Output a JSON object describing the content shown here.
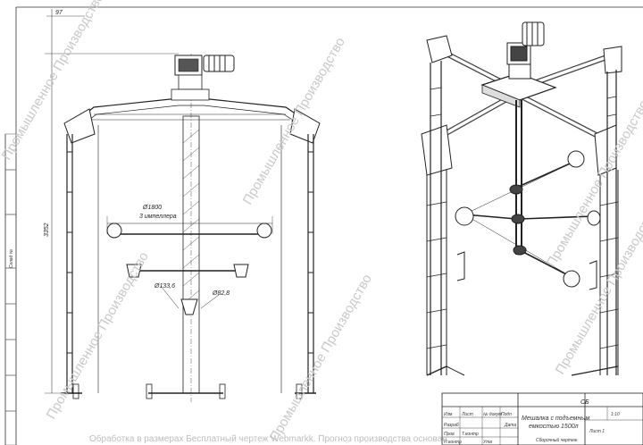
{
  "drawing": {
    "top_dim": "97",
    "height_dim": "3352",
    "impeller_diameter": "Ø1800",
    "impeller_note": "3 импеллера",
    "small_dim_1": "Ø133,6",
    "small_dim_2": "Ø82,8",
    "side_label": "Склад №"
  },
  "title_block": {
    "sheet_code": "СБ",
    "title_line1": "Мешалка с подъемным",
    "title_line2": "емкостью 1500л",
    "subtitle": "Сборочный чертеж",
    "row_labels": [
      "Изм",
      "Лист",
      "№ докум",
      "Подп",
      "Дата"
    ],
    "role_labels": [
      "Разраб",
      "Пров",
      "Т.контр",
      "Н.контр",
      "Утв"
    ],
    "scale": "1:10",
    "sheet_info": "Лист 1"
  },
  "watermark": {
    "text": "Промышленное Производство",
    "bottom_text": "Обработка в размерах Бесплатный чертеж Webmarkk. Прогноз производства основан"
  },
  "colors": {
    "line": "#222222",
    "watermark": "#c9c9c9",
    "paper": "#ffffff"
  },
  "icons": [
    "gear-motor-icon",
    "impeller-icon"
  ]
}
